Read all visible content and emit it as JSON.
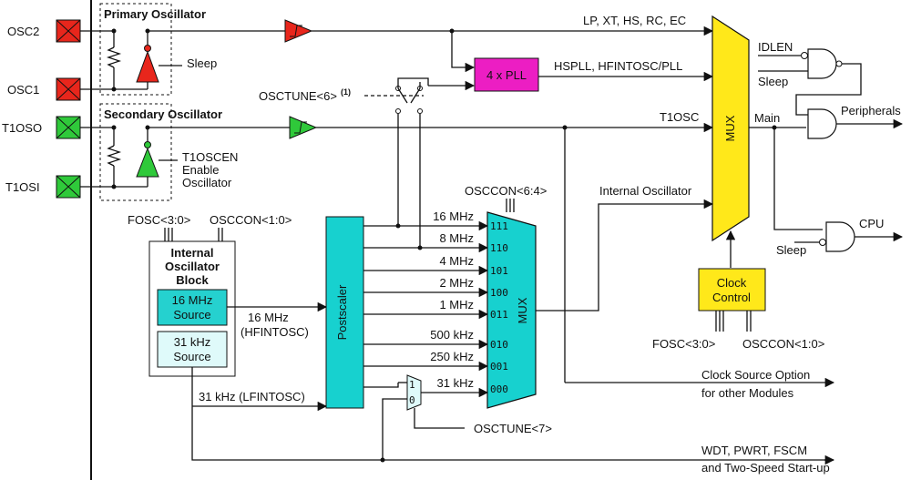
{
  "pins": {
    "osc2": "OSC2",
    "osc1": "OSC1",
    "t1oso": "T1OSO",
    "t1osi": "T1OSI"
  },
  "groups": {
    "primary": "Primary Oscillator",
    "secondary": "Secondary Oscillator"
  },
  "labels": {
    "sleep": "Sleep",
    "t1oscen": [
      "T1OSCEN",
      "Enable",
      "Oscillator"
    ],
    "osctune6": "OSCTUNE<6>",
    "osctune6_note": "(1)",
    "osctune7": "OSCTUNE<7>",
    "oscmodes": "LP, XT, HS, RC, EC",
    "hspll": "HSPLL, HFINTOSC/PLL",
    "t1osc": "T1OSC",
    "internal_osc": "Internal Oscillator",
    "oscc_64": "OSCCON<6:4>",
    "fosc30": "FOSC<3:0>",
    "osccon10": "OSCCON<1:0>",
    "idlen": "IDLEN",
    "sleep2": "Sleep",
    "sleep3": "Sleep",
    "main": "Main",
    "peripherals": "Peripherals",
    "cpu": "CPU",
    "hfintosc": [
      "16 MHz",
      "(HFINTOSC)"
    ],
    "lfintosc": "31 kHz (LFINTOSC)",
    "clk_src_opt": [
      "Clock Source Option",
      "for other Modules"
    ],
    "wdt": [
      "WDT, PWRT, FSCM",
      "and Two-Speed Start-up"
    ],
    "fosc30_b": "FOSC<3:0>",
    "osccon10_b": "OSCCON<1:0>",
    "sel1": "1",
    "sel0": "0"
  },
  "blocks": {
    "pll": "4 x PLL",
    "mux_main": "MUX",
    "mux_int": "MUX",
    "postscaler": "Postscaler",
    "internal_block": [
      "Internal",
      "Oscillator",
      "Block"
    ],
    "src16": [
      "16 MHz",
      "Source"
    ],
    "src31": [
      "31 kHz",
      "Source"
    ],
    "clock_control": [
      "Clock",
      "Control"
    ]
  },
  "frequencies": [
    "16 MHz",
    "8 MHz",
    "4 MHz",
    "2 MHz",
    "1 MHz",
    "500 kHz",
    "250 kHz",
    "31 kHz"
  ],
  "mux_codes": [
    "111",
    "110",
    "101",
    "100",
    "011",
    "010",
    "001",
    "000"
  ],
  "colors": {
    "primary_pin": "#e8261c",
    "secondary_pin": "#2fc93a",
    "pll": "#ec1ec3",
    "mux_main": "#ffe81a",
    "postscaler": "#17d1cf",
    "src16": "#25d1cf",
    "src31": "#dffafa",
    "clock_control": "#ffe81a",
    "line": "#111111"
  }
}
